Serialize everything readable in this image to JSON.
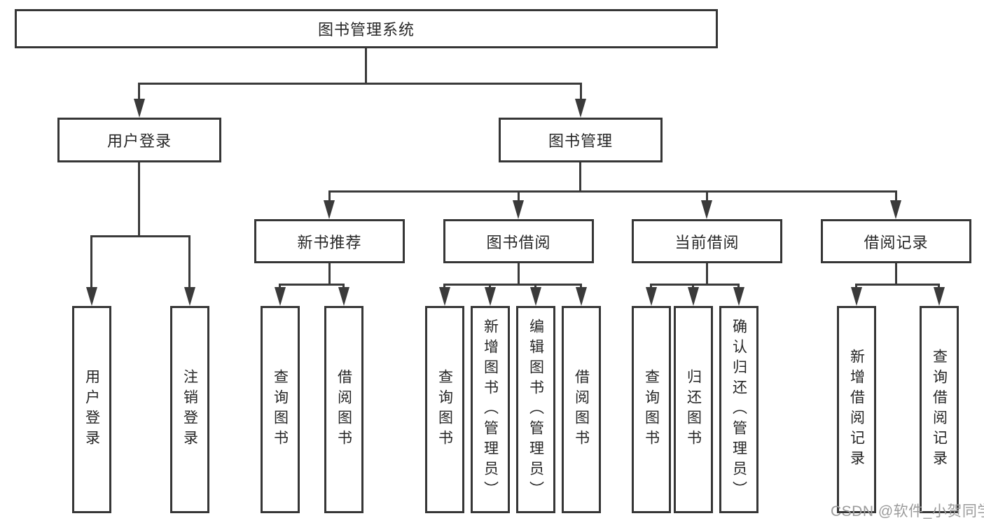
{
  "diagram": {
    "root": {
      "label": "图书管理系统"
    },
    "branches": [
      {
        "label": "用户登录",
        "children": [
          {
            "label": "用户登录"
          },
          {
            "label": "注销登录"
          }
        ]
      },
      {
        "label": "图书管理",
        "children": [
          {
            "label": "新书推荐",
            "children": [
              {
                "label": "查询图书"
              },
              {
                "label": "借阅图书"
              }
            ]
          },
          {
            "label": "图书借阅",
            "children": [
              {
                "label": "查询图书"
              },
              {
                "label": "新增图书（管理员）"
              },
              {
                "label": "编辑图书（管理员）"
              },
              {
                "label": "借阅图书"
              }
            ]
          },
          {
            "label": "当前借阅",
            "children": [
              {
                "label": "查询图书"
              },
              {
                "label": "归还图书"
              },
              {
                "label": "确认归还（管理员）"
              }
            ]
          },
          {
            "label": "借阅记录",
            "children": [
              {
                "label": "新增借阅记录"
              },
              {
                "label": "查询借阅记录"
              }
            ]
          }
        ]
      }
    ],
    "line_color": "#3a3a3a",
    "border_color": "#363636"
  },
  "watermark": {
    "text": "CSDN @软件_小贺同学"
  }
}
